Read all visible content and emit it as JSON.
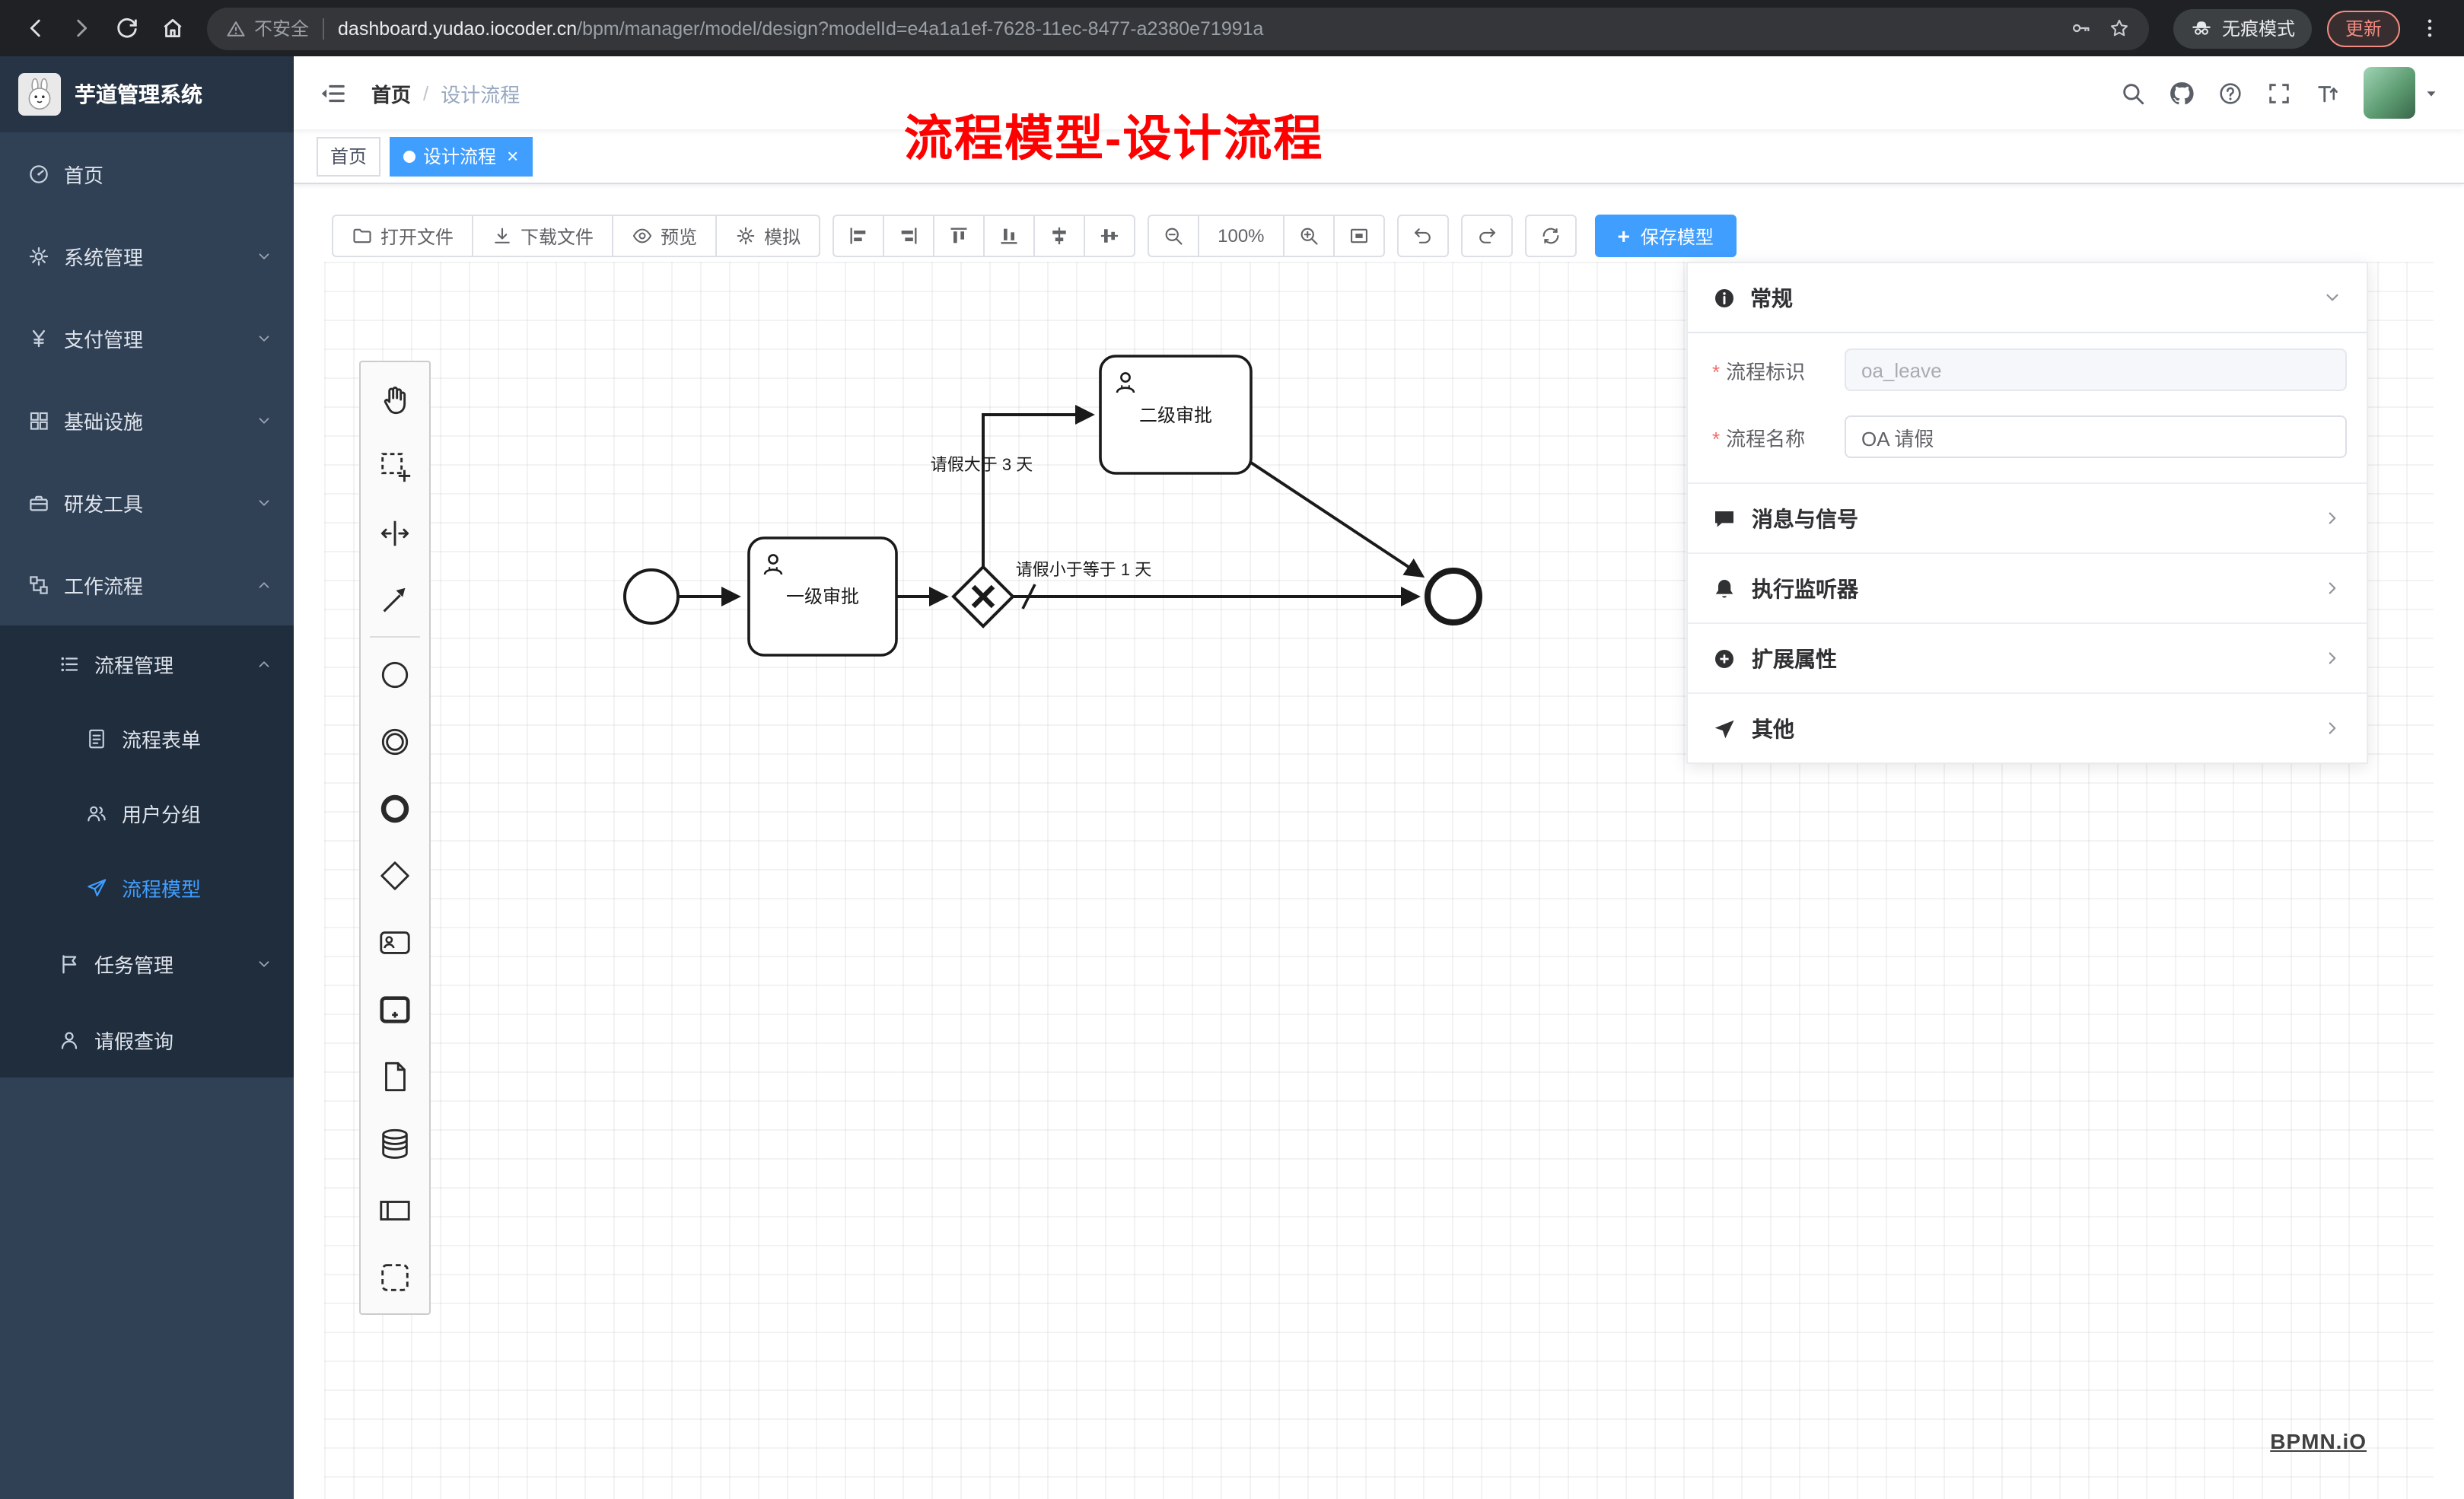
{
  "colors": {
    "accent": "#409eff",
    "sidebar_bg": "#304156",
    "submenu_bg": "#1f2d3d",
    "chrome_bg": "#202124",
    "annotation_red": "#ff0000",
    "tag_active": "#409eff"
  },
  "browser": {
    "security_label": "不安全",
    "url_domain": "dashboard.yudao.iocoder.cn",
    "url_path": "/bpm/manager/model/design?modelId=e4a1a1ef-7628-11ec-8477-a2380e71991a",
    "incognito_label": "无痕模式",
    "update_label": "更新"
  },
  "sidebar": {
    "logo_title": "芋道管理系统",
    "items": [
      {
        "label": "首页",
        "icon": "dashboard-icon",
        "expandable": false
      },
      {
        "label": "系统管理",
        "icon": "gear-icon",
        "expandable": true
      },
      {
        "label": "支付管理",
        "icon": "yen-icon",
        "expandable": true
      },
      {
        "label": "基础设施",
        "icon": "infrastructure-icon",
        "expandable": true
      },
      {
        "label": "研发工具",
        "icon": "toolbox-icon",
        "expandable": true
      },
      {
        "label": "工作流程",
        "icon": "workflow-icon",
        "expandable": true,
        "expanded": true
      }
    ],
    "submenu": [
      {
        "label": "流程管理",
        "icon": "list-icon",
        "level": 2,
        "expanded": true
      },
      {
        "label": "流程表单",
        "icon": "document-icon",
        "level": 3
      },
      {
        "label": "用户分组",
        "icon": "users-icon",
        "level": 3
      },
      {
        "label": "流程模型",
        "icon": "send-icon",
        "level": 3,
        "active": true
      },
      {
        "label": "任务管理",
        "icon": "flag-icon",
        "level": 2,
        "expandable": true
      },
      {
        "label": "请假查询",
        "icon": "person-icon",
        "level": 2
      }
    ]
  },
  "header": {
    "breadcrumb": [
      "首页",
      "设计流程"
    ],
    "separator": "/"
  },
  "tags": [
    {
      "label": "首页",
      "active": false
    },
    {
      "label": "设计流程",
      "active": true,
      "closable": true
    }
  ],
  "annotation": {
    "text": "流程模型-设计流程"
  },
  "toolbar": {
    "buttons": [
      {
        "label": "打开文件",
        "icon": "folder-open-icon"
      },
      {
        "label": "下载文件",
        "icon": "download-icon"
      },
      {
        "label": "预览",
        "icon": "eye-icon"
      },
      {
        "label": "模拟",
        "icon": "gear-icon"
      }
    ],
    "align_tools": [
      "align-left-icon",
      "align-right-icon",
      "align-top-icon",
      "align-bottom-icon",
      "align-horizontal-center-icon",
      "align-vertical-center-icon"
    ],
    "zoom": {
      "out_icon": "zoom-out-icon",
      "level": "100%",
      "in_icon": "zoom-in-icon",
      "reset_icon": "zoom-reset-icon"
    },
    "history": [
      "undo-icon",
      "redo-icon",
      "refresh-icon"
    ],
    "save_label": "保存模型"
  },
  "palette": {
    "tools": [
      "hand-tool",
      "lasso-tool",
      "space-tool",
      "global-connect-tool"
    ],
    "elements": [
      "start-event",
      "intermediate-event",
      "end-event",
      "exclusive-gateway",
      "user-task",
      "call-activity",
      "data-object",
      "data-store",
      "participant",
      "group"
    ]
  },
  "diagram": {
    "nodes": [
      {
        "id": "start",
        "type": "start-event"
      },
      {
        "id": "task1",
        "type": "user-task",
        "label": "一级审批"
      },
      {
        "id": "gateway",
        "type": "exclusive-gateway"
      },
      {
        "id": "task2",
        "type": "user-task",
        "label": "二级审批"
      },
      {
        "id": "end",
        "type": "end-event"
      }
    ],
    "flows": [
      {
        "from": "start",
        "to": "task1"
      },
      {
        "from": "task1",
        "to": "gateway"
      },
      {
        "from": "gateway",
        "to": "task2",
        "label": "请假大于 3 天"
      },
      {
        "from": "gateway",
        "to": "end",
        "label": "请假小于等于 1 天",
        "default": true
      },
      {
        "from": "task2",
        "to": "end"
      }
    ]
  },
  "panel": {
    "title": "常规",
    "fields": [
      {
        "label": "流程标识",
        "value": "oa_leave",
        "required": true,
        "disabled": true
      },
      {
        "label": "流程名称",
        "value": "OA 请假",
        "required": true,
        "disabled": false
      }
    ],
    "sections": [
      {
        "label": "消息与信号",
        "icon": "message-icon"
      },
      {
        "label": "执行监听器",
        "icon": "bell-icon"
      },
      {
        "label": "扩展属性",
        "icon": "plus-circle-icon"
      },
      {
        "label": "其他",
        "icon": "send-icon"
      }
    ]
  },
  "watermark": "BPMN.iO"
}
